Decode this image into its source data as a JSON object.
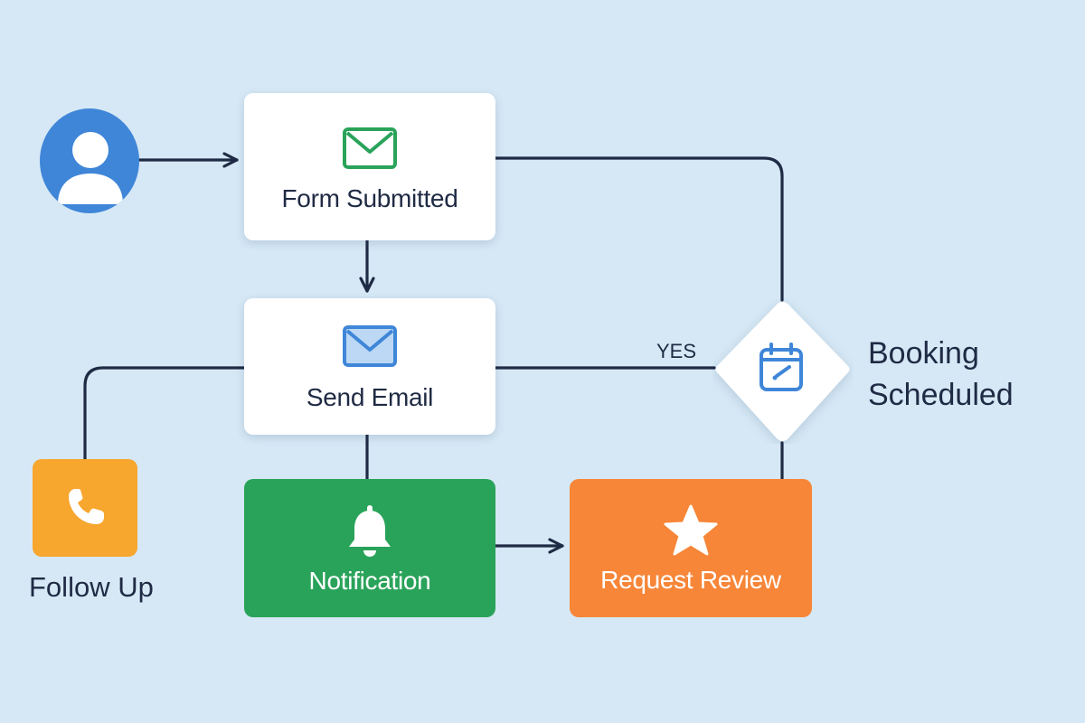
{
  "colors": {
    "background": "#d6e8f5",
    "connector": "#1f2a44",
    "user_avatar": "#3f86d8",
    "email_icon_green": "#2aa35a",
    "email_icon_blue": "#3f86d8",
    "calendar_icon": "#3f86d8",
    "follow_up": "#f7a62e",
    "notification": "#2aa35a",
    "request_review": "#f78638"
  },
  "nodes": {
    "form_submitted": {
      "label": "Form Submitted",
      "icon": "envelope-icon"
    },
    "send_email": {
      "label": "Send Email",
      "icon": "envelope-icon"
    },
    "notification": {
      "label": "Notification",
      "icon": "bell-icon"
    },
    "request_review": {
      "label": "Request Review",
      "icon": "star-icon"
    },
    "booking_scheduled": {
      "label_line1": "Booking",
      "label_line2": "Scheduled",
      "icon": "calendar-icon"
    },
    "follow_up": {
      "label": "Follow Up",
      "icon": "phone-icon"
    },
    "user": {
      "icon": "user-icon"
    }
  },
  "edges": {
    "yes_label": "YES"
  }
}
